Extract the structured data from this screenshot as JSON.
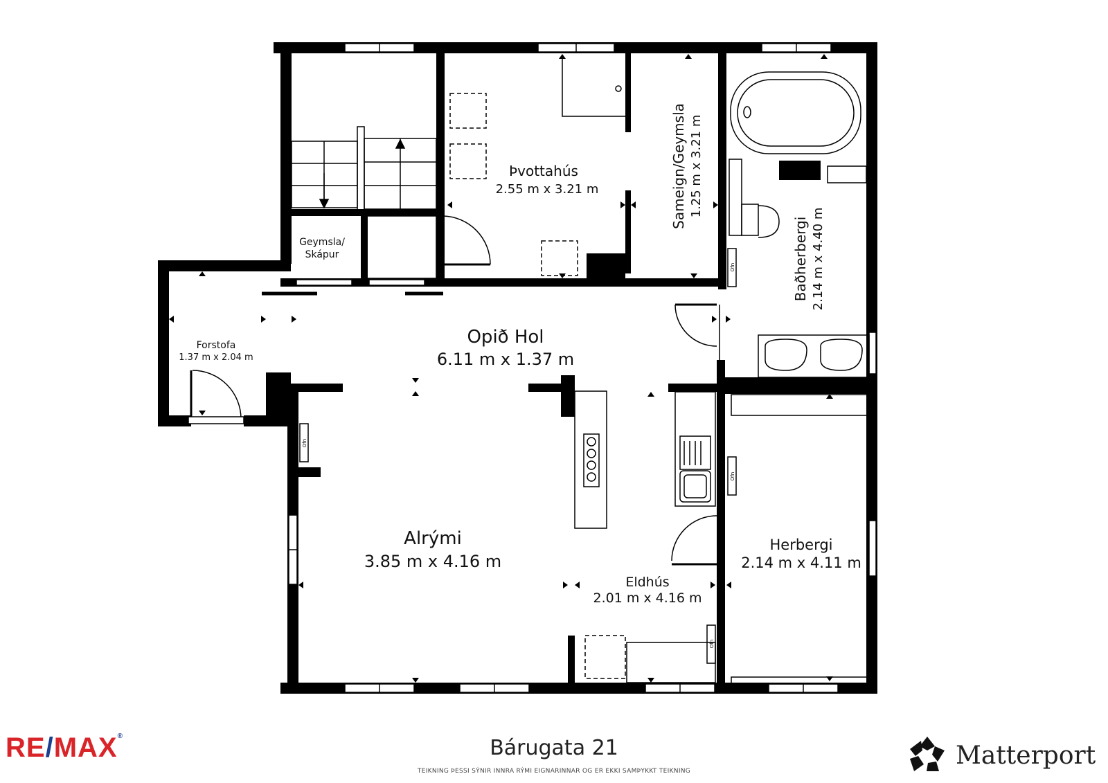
{
  "rooms": {
    "thvottahus": {
      "name": "Þvottahús",
      "size": "2.55 m x 3.21 m"
    },
    "sameign": {
      "name": "Sameign/Geymsla",
      "size": "1.25 m x 3.21 m"
    },
    "badherbergi": {
      "name": "Baðherbergi",
      "size": "2.14 m x 4.40 m"
    },
    "geymsla": {
      "name1": "Geymsla/",
      "name2": "Skápur"
    },
    "forstofa": {
      "name": "Forstofa",
      "size": "1.37 m x 2.04 m"
    },
    "opid_hol": {
      "name": "Opið Hol",
      "size": "6.11 m x 1.37 m"
    },
    "alrymi": {
      "name": "Alrými",
      "size": "3.85 m x 4.16 m"
    },
    "eldhus": {
      "name": "Eldhús",
      "size": "2.01 m x 4.16 m"
    },
    "herbergi": {
      "name": "Herbergi",
      "size": "2.14 m x 4.11 m"
    }
  },
  "fixtures": {
    "ofn": "Ofn"
  },
  "footer": {
    "address": "Bárugata 21",
    "disclaimer": "TEIKNING ÞESSI SÝNIR INNRA RÝMI EIGNARINNAR OG ER EKKI SAMÞYKKT TEIKNING",
    "brand_left": "RE/MAX",
    "brand_right": "Matterport"
  },
  "colors": {
    "wall": "#000000",
    "remax_red": "#d9252a",
    "remax_blue": "#1d3f8f"
  }
}
